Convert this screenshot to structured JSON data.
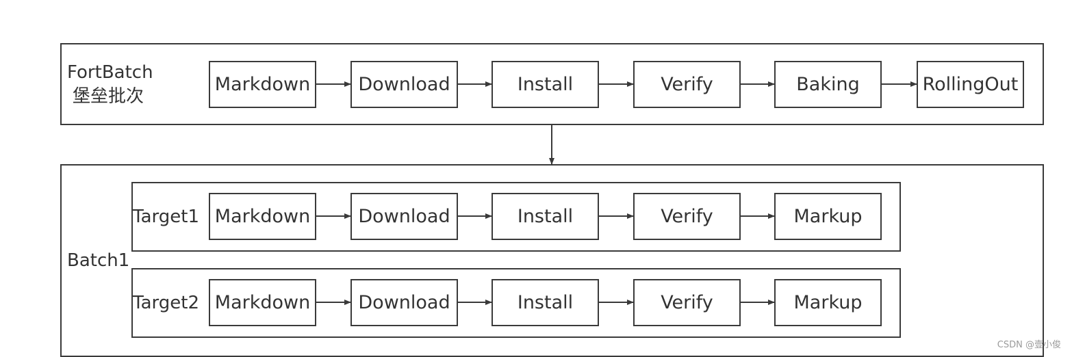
{
  "fort_batch": {
    "title": "FortBatch",
    "subtitle": "堡垒批次",
    "steps": [
      "Markdown",
      "Download",
      "Install",
      "Verify",
      "Baking",
      "RollingOut"
    ]
  },
  "batch": {
    "label": "Batch1",
    "targets": [
      {
        "label": "Target1",
        "steps": [
          "Markdown",
          "Download",
          "Install",
          "Verify",
          "Markup"
        ]
      },
      {
        "label": "Target2",
        "steps": [
          "Markdown",
          "Download",
          "Install",
          "Verify",
          "Markup"
        ]
      }
    ]
  },
  "watermark": "CSDN @壹小俊",
  "colors": {
    "stroke": "#3a3a3a",
    "text": "#333333"
  }
}
